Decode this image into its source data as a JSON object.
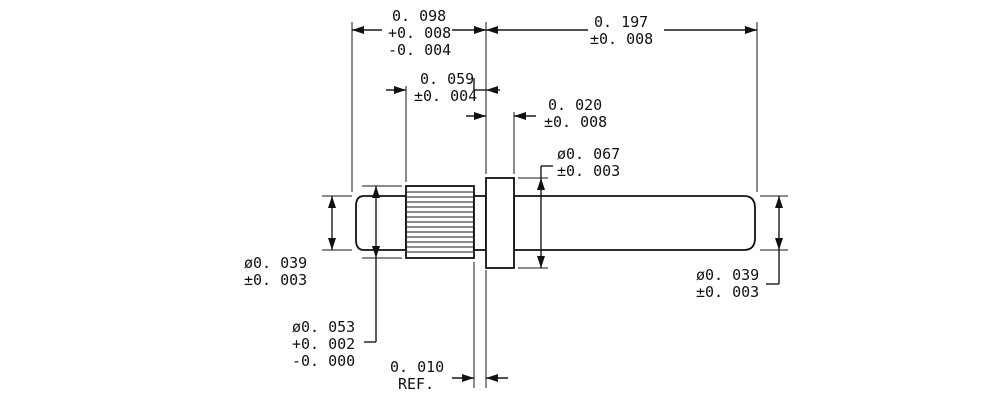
{
  "dimensions": {
    "top_left_length": {
      "nominal": "0. 098",
      "upper_tol": "+0. 008",
      "lower_tol": "-0. 004"
    },
    "top_right_length": {
      "nominal": "0. 197",
      "tol": "±0. 008"
    },
    "knurl_length": {
      "nominal": "0. 059",
      "tol": "±0. 004"
    },
    "collar_width": {
      "nominal": "0. 020",
      "tol": "±0. 008"
    },
    "collar_diameter": {
      "nominal": "ø0. 067",
      "tol": "±0. 003"
    },
    "left_pin_diameter": {
      "nominal": "ø0. 039",
      "tol": "±0. 003"
    },
    "right_pin_diameter": {
      "nominal": "ø0. 039",
      "tol": "±0. 003"
    },
    "knurl_diameter": {
      "nominal": "ø0. 053",
      "upper_tol": "+0. 002",
      "lower_tol": "-0. 000"
    },
    "reference_gap": {
      "nominal": "0. 010",
      "note": "REF."
    }
  }
}
